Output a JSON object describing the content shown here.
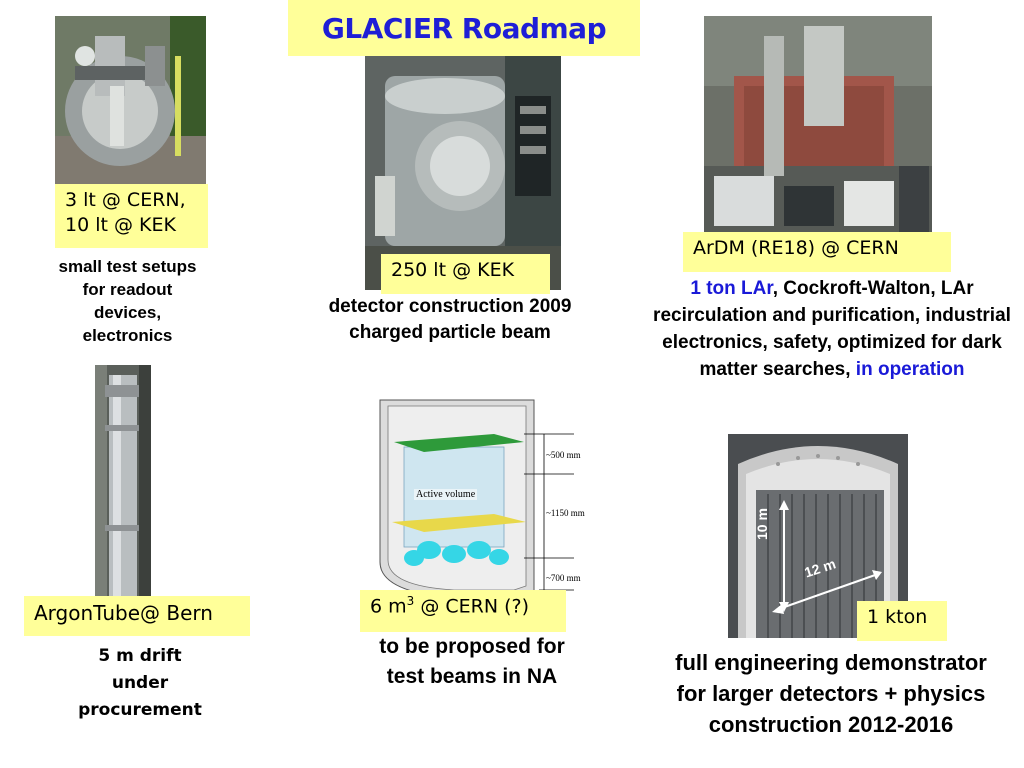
{
  "title": "GLACIER Roadmap",
  "panels": {
    "small": {
      "label_line1": "3 lt @ CERN,",
      "label_line2": "10 lt @ KEK",
      "caption_lines": [
        "small test setups",
        "for readout",
        "devices,",
        "electronics"
      ]
    },
    "kek250": {
      "label": "250 lt @ KEK",
      "caption_lines": [
        "detector construction 2009",
        "charged particle beam"
      ]
    },
    "ardm": {
      "label": "ArDM (RE18) @ CERN",
      "caption_part1": "1 ton LAr",
      "caption_part2": ", Cockroft-Walton, LAr recirculation and purification, industrial electronics, safety, optimized for dark matter searches, ",
      "caption_part3": "in operation"
    },
    "argontube": {
      "label": "ArgonTube@ Bern",
      "caption_lines": [
        "5 m drift",
        "under",
        "procurement"
      ]
    },
    "cern6": {
      "label_prefix": "6 m",
      "label_sup": "3",
      "label_suffix": " @ CERN (?)",
      "caption_lines": [
        "to be proposed for",
        "test beams in NA"
      ],
      "diagram": {
        "active_volume": "Active volume",
        "dim1": "~500 mm",
        "dim2": "~1150 mm",
        "dim3": "~700 mm"
      }
    },
    "kton": {
      "label": "1 kton",
      "caption_lines": [
        "full engineering demonstrator",
        "for larger detectors + physics",
        "construction 2012-2016"
      ],
      "diagram": {
        "height": "10 m",
        "width": "12 m"
      }
    }
  },
  "colors": {
    "label_bg": "#ffff99",
    "title": "#1f1fd6",
    "highlight": "#1a1ad8"
  }
}
